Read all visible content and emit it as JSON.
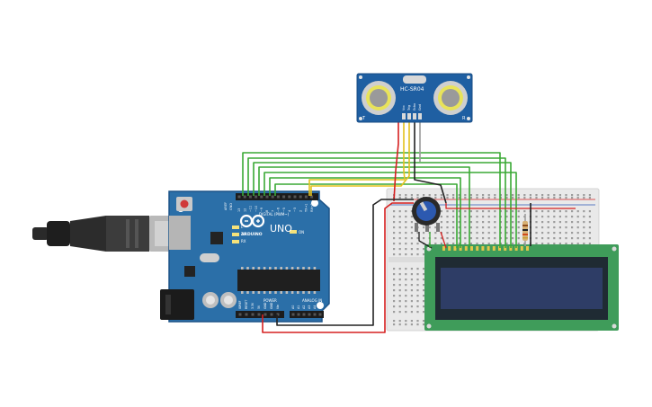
{
  "sensor": {
    "model": "HC-SR04",
    "pin_labels": [
      "Vcc",
      "Trig",
      "Echo",
      "Gnd"
    ],
    "left_mark": "T",
    "right_mark": "R"
  },
  "arduino": {
    "brand": "ARDUINO",
    "model": "UNO",
    "digital_label": "DIGITAL (PWM~)",
    "power_label": "POWER",
    "analog_label": "ANALOG IN",
    "on_label": "ON",
    "tx_label": "TX",
    "rx_label": "RX",
    "l_label": "L",
    "aref_label": "AREF",
    "gnd_label": "GND",
    "digital_pins": [
      "13",
      "12",
      "~11",
      "~10",
      "~9",
      "8",
      "7",
      "~6",
      "~5",
      "4",
      "~3",
      "2",
      "TX→1",
      "RX←0"
    ],
    "analog_pins": [
      "A0",
      "A1",
      "A2",
      "A3",
      "A4",
      "A5"
    ],
    "power_pins": [
      "IOREF",
      "RESET",
      "3.3V",
      "5V",
      "GND",
      "GND",
      "Vin"
    ]
  },
  "colors": {
    "board": "#2b6fa8",
    "board_dark": "#1d5488",
    "wire_green": "#3aa935",
    "wire_red": "#d62020",
    "wire_black": "#222222",
    "wire_yellow": "#e3c21e",
    "wire_gray": "#9a9a9a",
    "lcd_pcb": "#3f9c5a",
    "lcd_screen": "#2e3d66",
    "breadboard": "#e9e9e9"
  }
}
